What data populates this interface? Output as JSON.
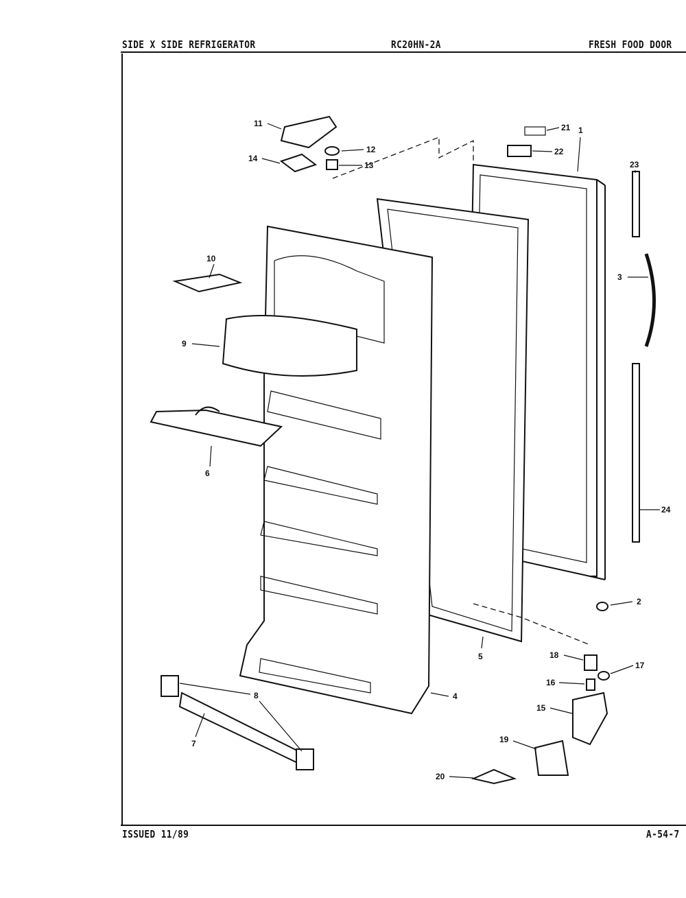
{
  "header": {
    "product": "SIDE X SIDE REFRIGERATOR",
    "model": "RC20HN-2A",
    "section": "FRESH FOOD DOOR"
  },
  "footer": {
    "issued": "ISSUED 11/89",
    "page_code": "A-54-7"
  },
  "callouts": {
    "c1": "1",
    "c2": "2",
    "c3": "3",
    "c4": "4",
    "c5": "5",
    "c6": "6",
    "c7": "7",
    "c8": "8",
    "c9": "9",
    "c10": "10",
    "c11": "11",
    "c12": "12",
    "c13": "13",
    "c14": "14",
    "c15": "15",
    "c16": "16",
    "c17": "17",
    "c18": "18",
    "c19": "19",
    "c20": "20",
    "c21": "21",
    "c22": "22",
    "c23": "23",
    "c24": "24"
  }
}
